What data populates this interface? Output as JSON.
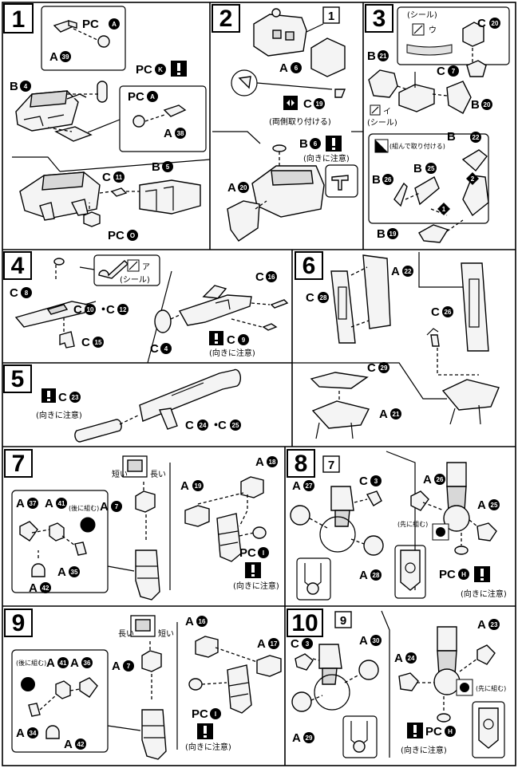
{
  "steps": [
    {
      "num": "1",
      "labels": {
        "pca_top": "PC",
        "a39": "A",
        "pck": "PC",
        "b4": "B",
        "pca_mid": "PC",
        "a38": "A",
        "c11": "C",
        "b5": "B",
        "pco": "PC"
      }
    },
    {
      "num": "2",
      "labels": {
        "ref": "1",
        "a6": "A",
        "c19": "C",
        "c19_note": "(両側取り付ける)",
        "b6": "B",
        "b6_note": "(向きに注意)",
        "a20": "A"
      }
    },
    {
      "num": "3",
      "labels": {
        "seal_title": "(シール)",
        "seal_u": "ウ",
        "c20": "C",
        "b21": "B",
        "c7": "C",
        "seal_i": "イ",
        "seal_note": "(シール)",
        "b20": "B",
        "combine_note": "(組んで取り付ける)",
        "b22": "B",
        "b26": "B",
        "b25": "B",
        "b19": "B"
      }
    },
    {
      "num": "4",
      "labels": {
        "seal": "(シール)",
        "seal_a": "ア",
        "c8": "C",
        "c10": "C",
        "dot": "・",
        "c12": "C",
        "c15": "C",
        "c16": "C",
        "c4": "C",
        "c9": "C",
        "note": "(向きに注意)"
      }
    },
    {
      "num": "5",
      "labels": {
        "c23": "C",
        "note": "(向きに注意)",
        "c24": "C",
        "dot": "・",
        "c25": "C"
      }
    },
    {
      "num": "6",
      "labels": {
        "c28": "C",
        "a22": "A",
        "c26": "C",
        "c29": "C",
        "a21": "A"
      }
    },
    {
      "num": "7",
      "labels": {
        "short": "短い",
        "long": "長い",
        "a7": "A",
        "a18": "A",
        "a19": "A",
        "a37": "A",
        "a41": "A",
        "note_back": "(後に組む)",
        "a35": "A",
        "a42": "A",
        "pci": "PC",
        "note": "(向きに注意)"
      }
    },
    {
      "num": "8",
      "labels": {
        "ref": "7",
        "a27": "A",
        "c3": "C",
        "a26": "A",
        "a25": "A",
        "note_first": "(先に組む)",
        "a28": "A",
        "pch": "PC",
        "note": "(向きに注意)"
      }
    },
    {
      "num": "9",
      "labels": {
        "long": "長い",
        "short": "短い",
        "a7": "A",
        "a16": "A",
        "a17": "A",
        "a41": "A",
        "a36": "A",
        "note_back": "(後に組む)",
        "a34": "A",
        "a42": "A",
        "pci": "PC",
        "note": "(向きに注意)"
      }
    },
    {
      "num": "10",
      "labels": {
        "ref": "9",
        "c3": "C",
        "a30": "A",
        "a23": "A",
        "a24": "A",
        "note_first": "(先に組む)",
        "a29": "A",
        "pch": "PC",
        "note": "(向きに注意)"
      }
    }
  ],
  "part_numbers": {
    "s1": {
      "pca_top": "A",
      "a39": "39",
      "pck": "K",
      "b4": "4",
      "pca_mid": "A",
      "a38": "38",
      "c11": "11",
      "b5": "5",
      "pco": "O"
    },
    "s2": {
      "a6": "6",
      "c19": "19",
      "b6": "6",
      "a20": "20"
    },
    "s3": {
      "c20": "20",
      "b21": "21",
      "c7": "7",
      "b20": "20",
      "b22": "22",
      "b26": "26",
      "b25": "25",
      "b19": "19",
      "step1": "1",
      "step2": "2"
    },
    "s4": {
      "c8": "8",
      "c10": "10",
      "c12": "12",
      "c15": "15",
      "c16": "16",
      "c4": "4",
      "c9": "9"
    },
    "s5": {
      "c23": "23",
      "c24": "24",
      "c25": "25"
    },
    "s6": {
      "c28": "28",
      "a22": "22",
      "c26": "26",
      "c29": "29",
      "a21": "21"
    },
    "s7": {
      "a7": "7",
      "a18": "18",
      "a19": "19",
      "a37": "37",
      "a41": "41",
      "a35": "35",
      "a42": "42",
      "pci": "I"
    },
    "s8": {
      "a27": "27",
      "c3": "3",
      "a26": "26",
      "a25": "25",
      "a28": "28",
      "pch": "H"
    },
    "s9": {
      "a7": "7",
      "a16": "16",
      "a17": "17",
      "a41": "41",
      "a36": "36",
      "a34": "34",
      "a42": "42",
      "pci": "I"
    },
    "s10": {
      "c3": "3",
      "a30": "30",
      "a23": "23",
      "a24": "24",
      "a29": "29",
      "pch": "H"
    }
  },
  "colors": {
    "ink": "#000000",
    "paper": "#ffffff",
    "part_fill": "#f4f4f4",
    "shade": "#d8d8d8"
  },
  "icons": {
    "warning": "exclamation-warning-icon",
    "symmetry": "both-sides-icon"
  }
}
